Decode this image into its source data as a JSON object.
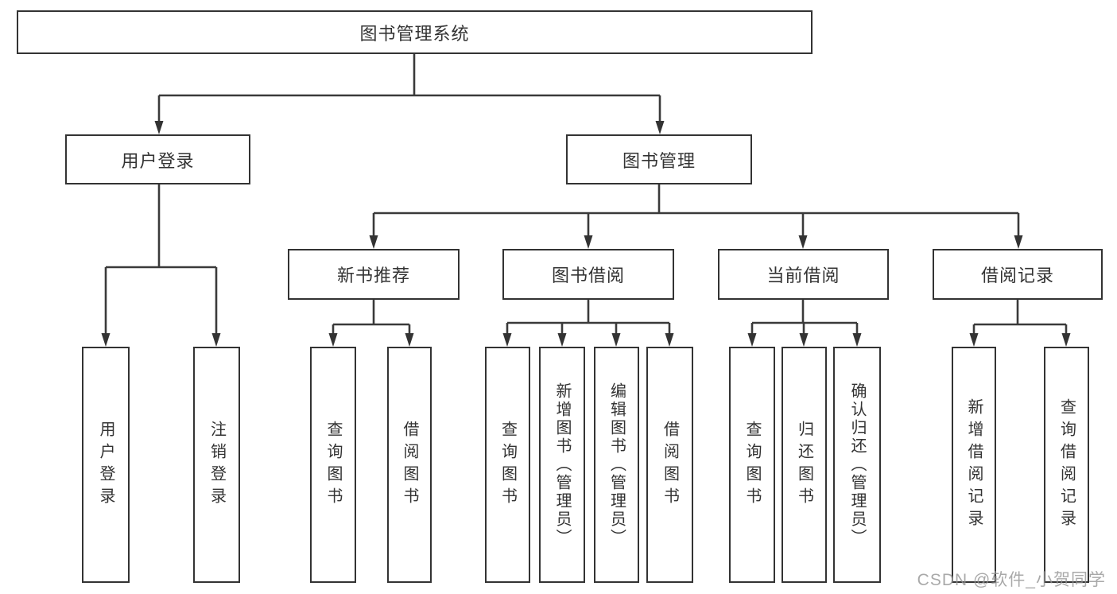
{
  "diagram_title": "图书管理系统",
  "nodes": {
    "root": {
      "label": "图书管理系统"
    },
    "level2": [
      {
        "label": "用户登录"
      },
      {
        "label": "图书管理"
      }
    ],
    "level3": [
      {
        "label": "新书推荐",
        "parent": "图书管理"
      },
      {
        "label": "图书借阅",
        "parent": "图书管理"
      },
      {
        "label": "当前借阅",
        "parent": "图书管理"
      },
      {
        "label": "借阅记录",
        "parent": "图书管理"
      }
    ],
    "leaves": [
      {
        "label": "用户登录",
        "parent": "用户登录"
      },
      {
        "label": "注销登录",
        "parent": "用户登录"
      },
      {
        "label": "查询图书",
        "parent": "新书推荐"
      },
      {
        "label": "借阅图书",
        "parent": "新书推荐"
      },
      {
        "label": "查询图书",
        "parent": "图书借阅"
      },
      {
        "label": "新增图书（管理员）",
        "parent": "图书借阅"
      },
      {
        "label": "编辑图书（管理员）",
        "parent": "图书借阅"
      },
      {
        "label": "借阅图书",
        "parent": "图书借阅"
      },
      {
        "label": "查询图书",
        "parent": "当前借阅"
      },
      {
        "label": "归还图书",
        "parent": "当前借阅"
      },
      {
        "label": "确认归还（管理员）",
        "parent": "当前借阅"
      },
      {
        "label": "新增借阅记录",
        "parent": "借阅记录"
      },
      {
        "label": "查询借阅记录",
        "parent": "借阅记录"
      }
    ]
  },
  "watermark": "CSDN @软件_小贺同学",
  "colors": {
    "line": "#3a3a3a",
    "border": "#333333",
    "text": "#333333",
    "background": "#ffffff",
    "watermark": "#949494"
  }
}
